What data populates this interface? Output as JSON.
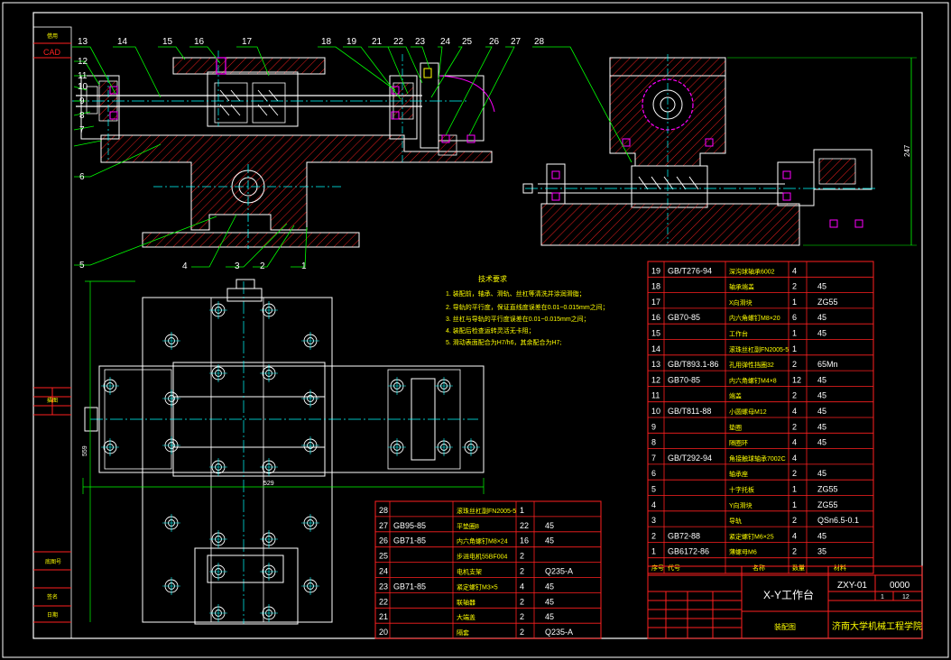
{
  "sidebar": {
    "labels": [
      "借用",
      "CAD",
      "描图",
      "底图号",
      "签名",
      "日期"
    ]
  },
  "callouts": {
    "top_row": [
      "13",
      "14",
      "15",
      "16",
      "17",
      "18",
      "19",
      "21",
      "22",
      "23",
      "24",
      "25",
      "26",
      "27",
      "28"
    ],
    "left_col": [
      "12",
      "11",
      "10",
      "9",
      "8",
      "7",
      "6",
      "5"
    ],
    "bottom_row": [
      "4",
      "3",
      "2",
      "1"
    ]
  },
  "dimensions": {
    "height_247": "247",
    "width_529": "529",
    "height_559": "559"
  },
  "notes": {
    "title": "技术要求",
    "lines": [
      "1. 装配前，轴承、滑轨、丝杠等清洗并涂润滑脂；",
      "2. 导轨的平行度，保证直线度误差在0.01~0.015mm之间；",
      "3. 丝杠与导轨的平行度误差在0.01~0.015mm之间；",
      "4. 装配后检查运转灵活无卡阻；",
      "5. 滑动表面配合为H7/h6，其余配合为H7;"
    ]
  },
  "parts_left": [
    {
      "no": "28",
      "std": "",
      "name": "滚珠丝杠副FN2005-5",
      "qty": "1",
      "mat": ""
    },
    {
      "no": "27",
      "std": "GB95-85",
      "name": "平垫圈8",
      "qty": "22",
      "mat": "45"
    },
    {
      "no": "26",
      "std": "GB71-85",
      "name": "内六角螺钉M8×24",
      "qty": "16",
      "mat": "45"
    },
    {
      "no": "25",
      "std": "",
      "name": "步进电机55BF004",
      "qty": "2",
      "mat": ""
    },
    {
      "no": "24",
      "std": "",
      "name": "电机支架",
      "qty": "2",
      "mat": "Q235-A"
    },
    {
      "no": "23",
      "std": "GB71-85",
      "name": "紧定螺钉M3×5",
      "qty": "4",
      "mat": "45"
    },
    {
      "no": "22",
      "std": "",
      "name": "联轴器",
      "qty": "2",
      "mat": "45"
    },
    {
      "no": "21",
      "std": "",
      "name": "大端盖",
      "qty": "2",
      "mat": "45"
    },
    {
      "no": "20",
      "std": "",
      "name": "隔套",
      "qty": "2",
      "mat": "Q235-A"
    }
  ],
  "parts_right": [
    {
      "no": "19",
      "std": "GB/T276-94",
      "name": "深沟球轴承6002",
      "qty": "4",
      "mat": ""
    },
    {
      "no": "18",
      "std": "",
      "name": "轴承端盖",
      "qty": "2",
      "mat": "45"
    },
    {
      "no": "17",
      "std": "",
      "name": "X向滑块",
      "qty": "1",
      "mat": "ZG55"
    },
    {
      "no": "16",
      "std": "GB70-85",
      "name": "内六角螺钉M8×20",
      "qty": "6",
      "mat": "45"
    },
    {
      "no": "15",
      "std": "",
      "name": "工作台",
      "qty": "1",
      "mat": "45"
    },
    {
      "no": "14",
      "std": "",
      "name": "滚珠丝杠副FN2005-5",
      "qty": "1",
      "mat": ""
    },
    {
      "no": "13",
      "std": "GB/T893.1-86",
      "name": "孔用弹性挡圈32",
      "qty": "2",
      "mat": "65Mn"
    },
    {
      "no": "12",
      "std": "GB70-85",
      "name": "内六角螺钉M4×8",
      "qty": "12",
      "mat": "45"
    },
    {
      "no": "11",
      "std": "",
      "name": "端盖",
      "qty": "2",
      "mat": "45"
    },
    {
      "no": "10",
      "std": "GB/T811-88",
      "name": "小圆螺母M12",
      "qty": "4",
      "mat": "45"
    },
    {
      "no": "9",
      "std": "",
      "name": "垫圈",
      "qty": "2",
      "mat": "45"
    },
    {
      "no": "8",
      "std": "",
      "name": "隔圈环",
      "qty": "4",
      "mat": "45"
    },
    {
      "no": "7",
      "std": "GB/T292-94",
      "name": "角接触球轴承7002C",
      "qty": "4",
      "mat": ""
    },
    {
      "no": "6",
      "std": "",
      "name": "轴承座",
      "qty": "2",
      "mat": "45"
    },
    {
      "no": "5",
      "std": "",
      "name": "十字托板",
      "qty": "1",
      "mat": "ZG55"
    },
    {
      "no": "4",
      "std": "",
      "name": "Y向滑块",
      "qty": "1",
      "mat": "ZG55"
    },
    {
      "no": "3",
      "std": "",
      "name": "导轨",
      "qty": "2",
      "mat": "QSn6.5-0.1"
    },
    {
      "no": "2",
      "std": "GB72-88",
      "name": "紧定螺钉M6×25",
      "qty": "4",
      "mat": "45"
    },
    {
      "no": "1",
      "std": "GB6172-86",
      "name": "薄螺母M6",
      "qty": "2",
      "mat": "35"
    }
  ],
  "parts_header": [
    "序号",
    "代号",
    "名称",
    "数量",
    "材料"
  ],
  "title_block": {
    "title": "X-Y工作台",
    "drawing_no": "ZXY-01",
    "code": "0000",
    "school": "济南大学机械工程学院",
    "assembly_label": "装配图",
    "sheet_counts": [
      "1",
      "12"
    ]
  },
  "colors": {
    "border": "#ffffff",
    "outline": "#ffffff",
    "hatch": "#ff2020",
    "centerline": "#00ffff",
    "leader": "#00ff00",
    "dimension": "#00ff00",
    "annotation_text": "#ffff00",
    "accent_magenta": "#ff00ff",
    "table_grid": "#ff2020"
  }
}
